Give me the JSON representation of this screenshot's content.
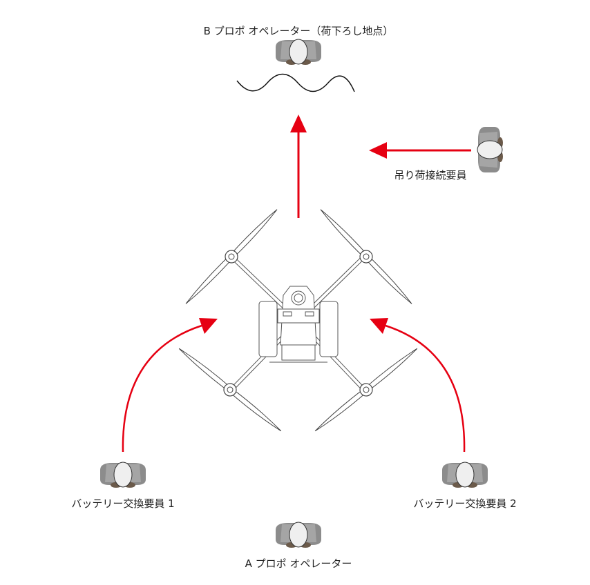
{
  "labels": {
    "operator_b": "B プロポ オペレーター（荷下ろし地点）",
    "load_connector": "吊り荷接続要員",
    "battery_1": "バッテリー交換要員 1",
    "battery_2": "バッテリー交換要員 2",
    "operator_a": "A プロポ オペレーター"
  },
  "colors": {
    "arrow": "#e60012",
    "person": "#8c8c8c",
    "drone_line": "#555555"
  }
}
